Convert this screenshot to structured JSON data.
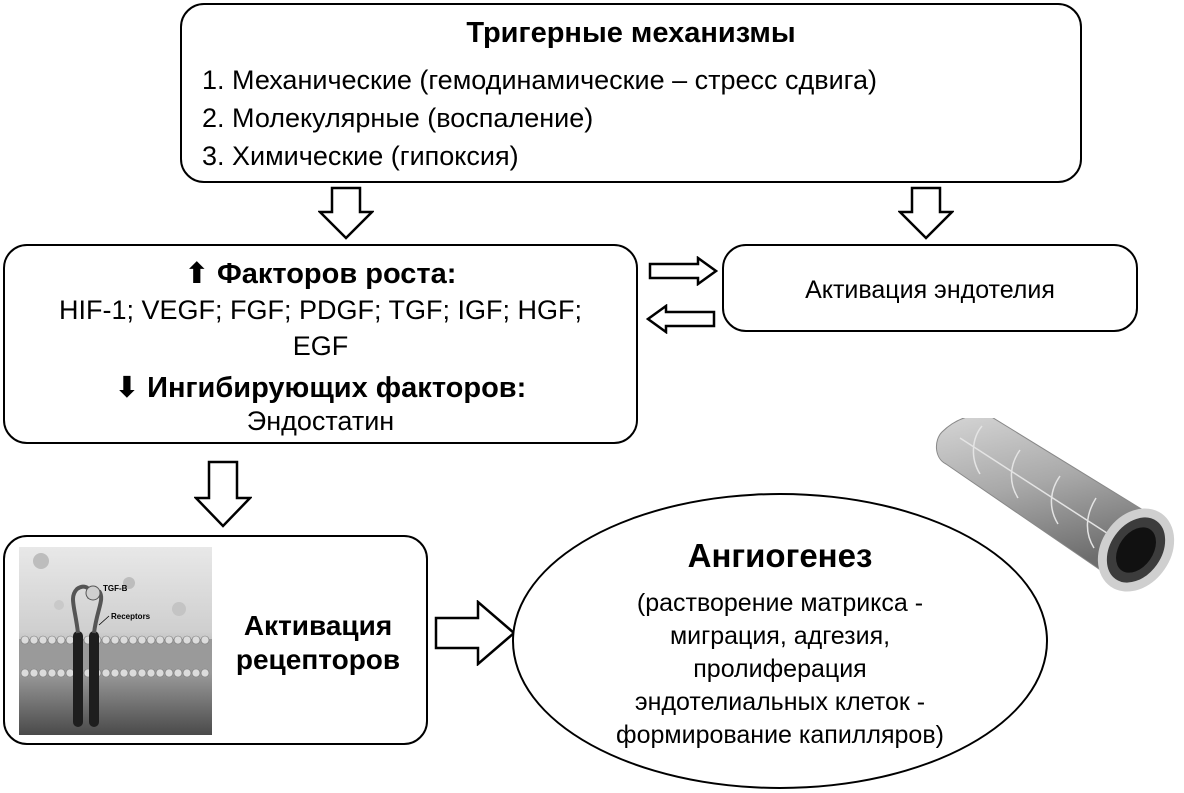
{
  "trigger": {
    "title": "Тригерные механизмы",
    "items": [
      "1.  Механические (гемодинамические – стресс сдвига)",
      "2.  Молекулярные (воспаление)",
      "3.  Химические (гипоксия)"
    ]
  },
  "growth": {
    "up_symbol": "⬆",
    "up_label": "Факторов роста:",
    "factors": "HIF-1; VEGF; FGF; PDGF; TGF; IGF; HGF; EGF",
    "down_symbol": "⬇",
    "down_label": "Ингибирующих факторов:",
    "inhibitor": "Эндостатин"
  },
  "endothelium": {
    "label": "Активация эндотелия"
  },
  "receptors": {
    "label_line1": "Активация",
    "label_line2": "рецепторов",
    "image_labels": {
      "tgf": "TGF-B",
      "receptors": "Receptors"
    }
  },
  "angiogenesis": {
    "title": "Ангиогенез",
    "desc_lines": [
      "(растворение матрикса -",
      "миграция, адгезия,",
      "пролиферация",
      "эндотелиальных клеток -",
      "формирование капилляров)"
    ]
  },
  "colors": {
    "stroke": "#000000",
    "background": "#ffffff"
  }
}
